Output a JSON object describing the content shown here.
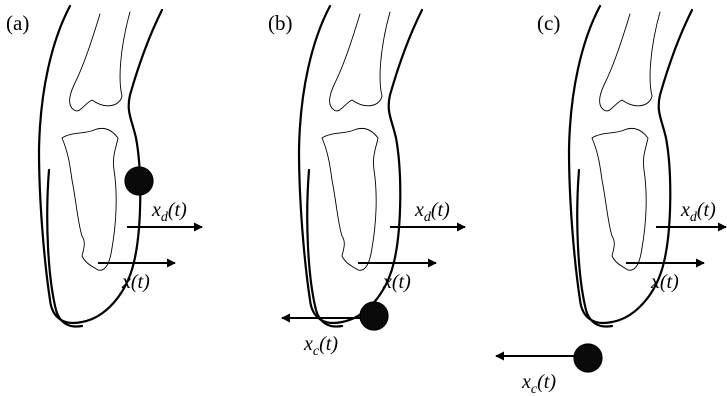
{
  "panels": [
    {
      "id": "a",
      "label": "(a)",
      "desired": "x",
      "desired_sub": "d",
      "actual": "x",
      "contact": null
    },
    {
      "id": "b",
      "label": "(b)",
      "desired": "x",
      "desired_sub": "d",
      "actual": "x",
      "contact": "x",
      "contact_sub": "c"
    },
    {
      "id": "c",
      "label": "(c)",
      "desired": "x",
      "desired_sub": "d",
      "actual": "x",
      "contact": "x",
      "contact_sub": "c"
    }
  ],
  "time_arg": "(t)",
  "colors": {
    "stroke": "#000000",
    "ball": "#0a0a0a",
    "background": "#ffffff"
  }
}
